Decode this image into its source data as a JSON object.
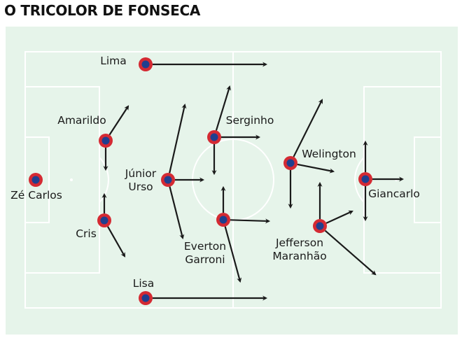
{
  "title": "O TRICOLOR DE FONSECA",
  "colors": {
    "pitch": "#e6f4ea",
    "lines": "#ffffff",
    "arrow": "#1a1a1a",
    "player_ring": "#d42a33",
    "player_core": "#1f3f8f"
  },
  "players": [
    {
      "id": "ze-carlos",
      "lines": [
        "Zé Carlos"
      ]
    },
    {
      "id": "amarildo",
      "lines": [
        "Amarildo"
      ]
    },
    {
      "id": "cris",
      "lines": [
        "Cris"
      ]
    },
    {
      "id": "lima",
      "lines": [
        "Lima"
      ]
    },
    {
      "id": "lisa",
      "lines": [
        "Lisa"
      ]
    },
    {
      "id": "junior-urso",
      "lines": [
        "Júnior",
        "Urso"
      ]
    },
    {
      "id": "serginho",
      "lines": [
        "Serginho"
      ]
    },
    {
      "id": "everton-garroni",
      "lines": [
        "Everton",
        "Garroni"
      ]
    },
    {
      "id": "welington",
      "lines": [
        "Welington"
      ]
    },
    {
      "id": "jefferson-maranhao",
      "lines": [
        "Jefferson",
        "Maranhão"
      ]
    },
    {
      "id": "giancarlo",
      "lines": [
        "Giancarlo"
      ]
    }
  ]
}
